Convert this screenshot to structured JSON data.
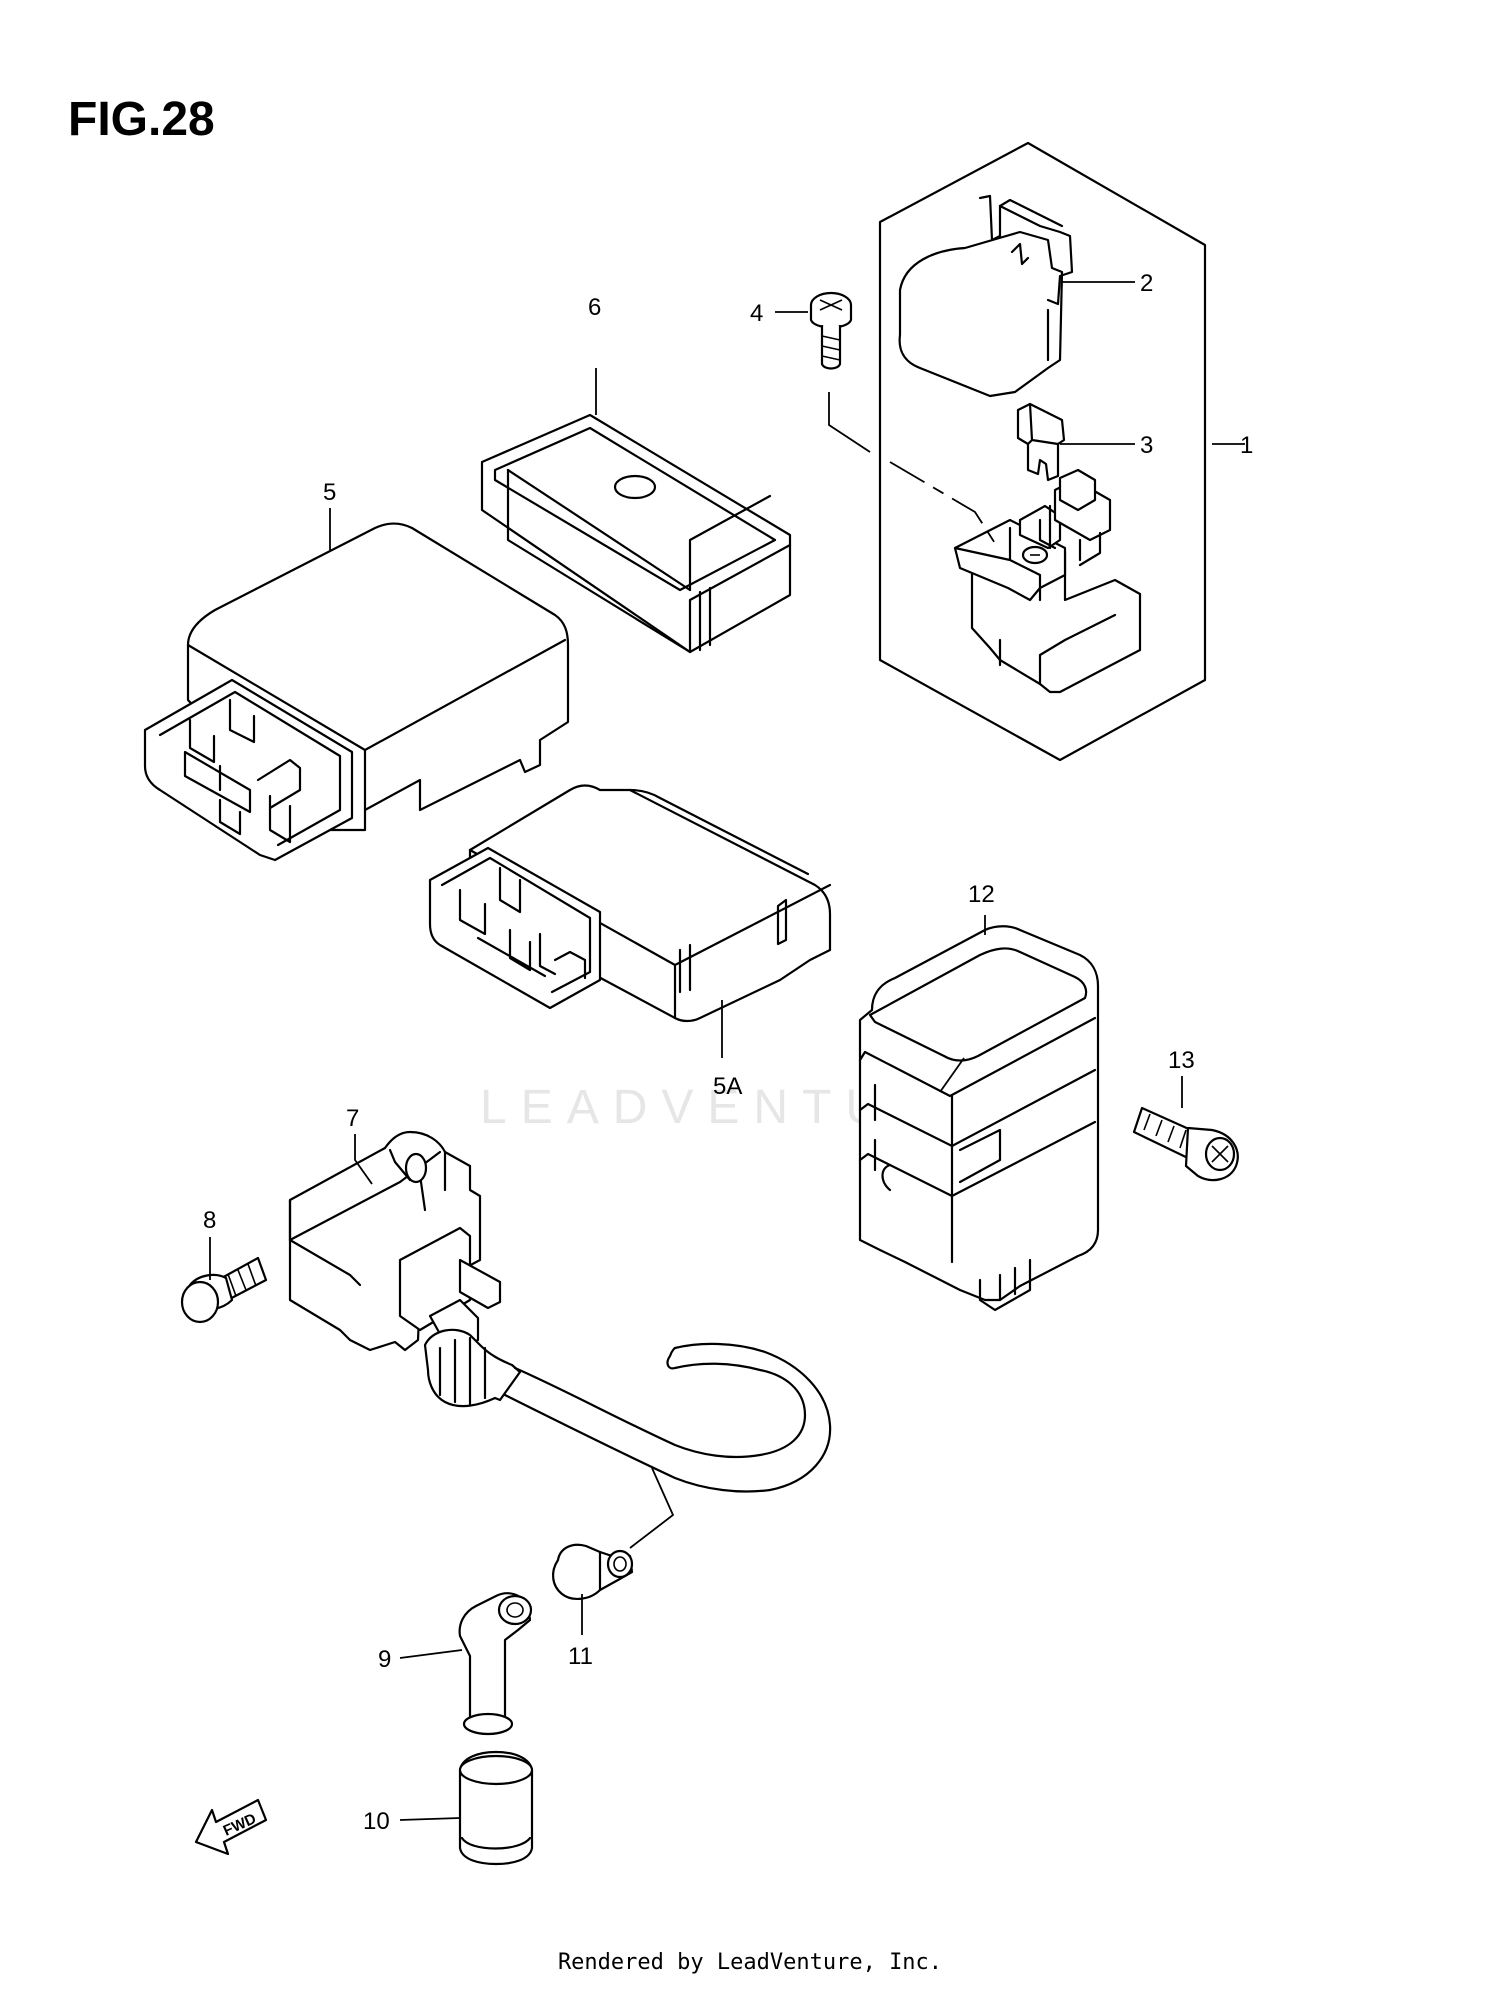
{
  "figure": {
    "title": "FIG.28"
  },
  "watermark": {
    "text": "LEADVENTURE"
  },
  "footer": {
    "text": "Rendered by LeadVenture, Inc."
  },
  "fwd_label": "FWD",
  "callouts": [
    "1",
    "2",
    "3",
    "4",
    "5",
    "5A",
    "6",
    "7",
    "8",
    "9",
    "10",
    "11",
    "12",
    "13"
  ]
}
